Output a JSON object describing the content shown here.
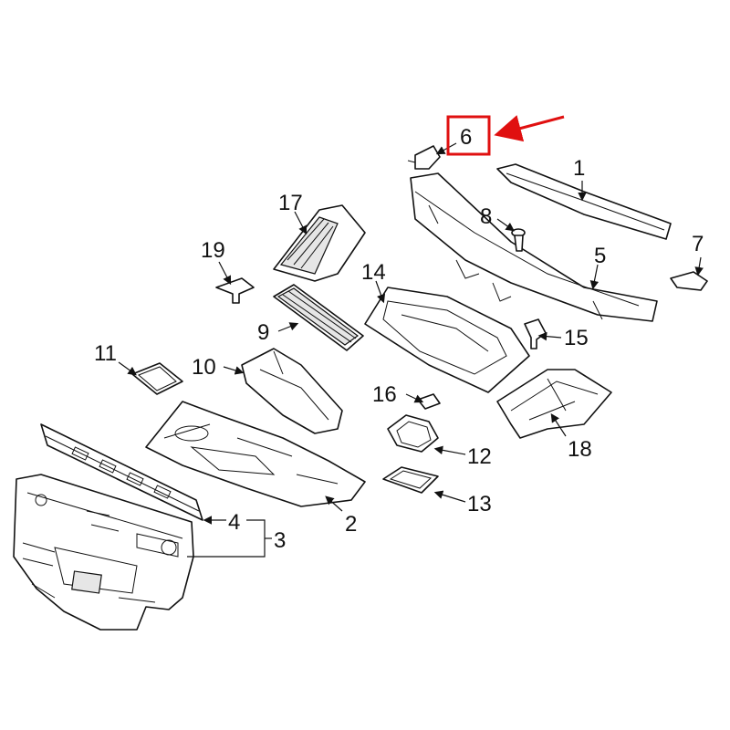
{
  "callouts": {
    "c1": "1",
    "c2": "2",
    "c3": "3",
    "c4": "4",
    "c5": "5",
    "c6": "6",
    "c7": "7",
    "c8": "8",
    "c9": "9",
    "c10": "10",
    "c11": "11",
    "c12": "12",
    "c13": "13",
    "c14": "14",
    "c15": "15",
    "c16": "16",
    "c17": "17",
    "c18": "18",
    "c19": "19"
  },
  "highlight": {
    "part": "6",
    "color": "#e01010"
  },
  "colors": {
    "line": "#111111",
    "background": "#ffffff",
    "highlight": "#e01010"
  }
}
